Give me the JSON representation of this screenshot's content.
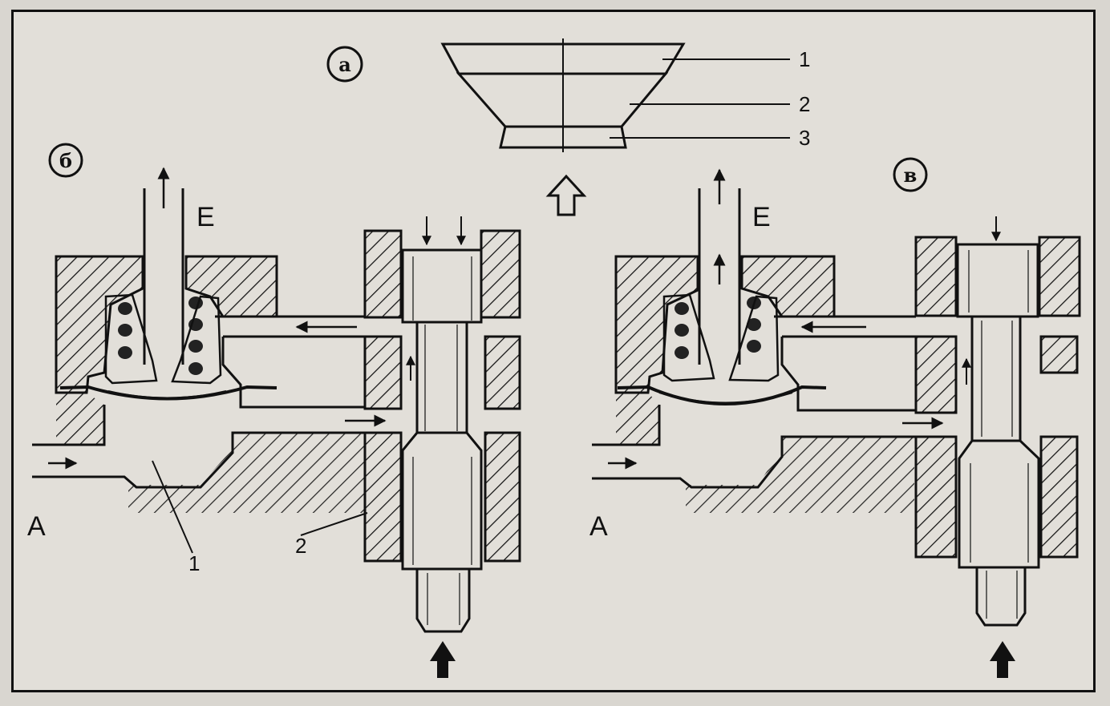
{
  "panels": {
    "a": {
      "letter": "а"
    },
    "b": {
      "letter": "б"
    },
    "v": {
      "letter": "в"
    }
  },
  "labels": {
    "outlet_left": "E",
    "outlet_right": "E",
    "inlet_left": "A",
    "inlet_right": "A",
    "part_1_left": "1",
    "part_2_left": "2",
    "filter_layer_1": "1",
    "filter_layer_2": "2",
    "filter_layer_3": "3"
  },
  "colors": {
    "ink": "#111111",
    "paper": "#e2dfd9",
    "background": "#d9d6d0"
  }
}
